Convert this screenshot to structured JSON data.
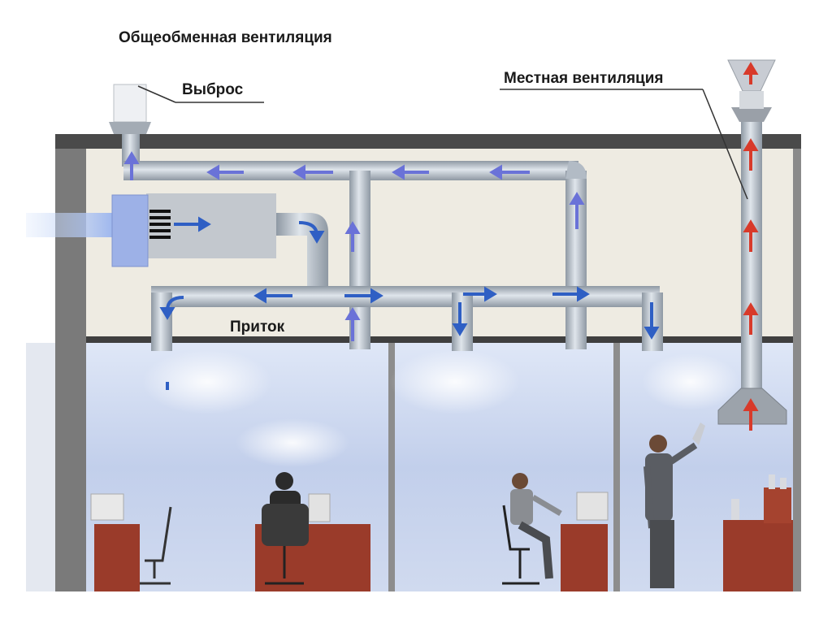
{
  "labels": {
    "title": "Общеобменная вентиляция",
    "exhaust": "Выброс",
    "local": "Местная вентиляция",
    "supply": "Приток"
  },
  "colors": {
    "room_glass": "#c7d4ee",
    "ceiling_space": "#eeebe2",
    "wall": "#777777",
    "duct": "#b9c2cc",
    "duct_edge": "#8a949e",
    "air_supply": "#2f5fc4",
    "air_exhaust": "#6a72d8",
    "air_local": "#d83a2a",
    "desk": "#9a3b2a"
  }
}
